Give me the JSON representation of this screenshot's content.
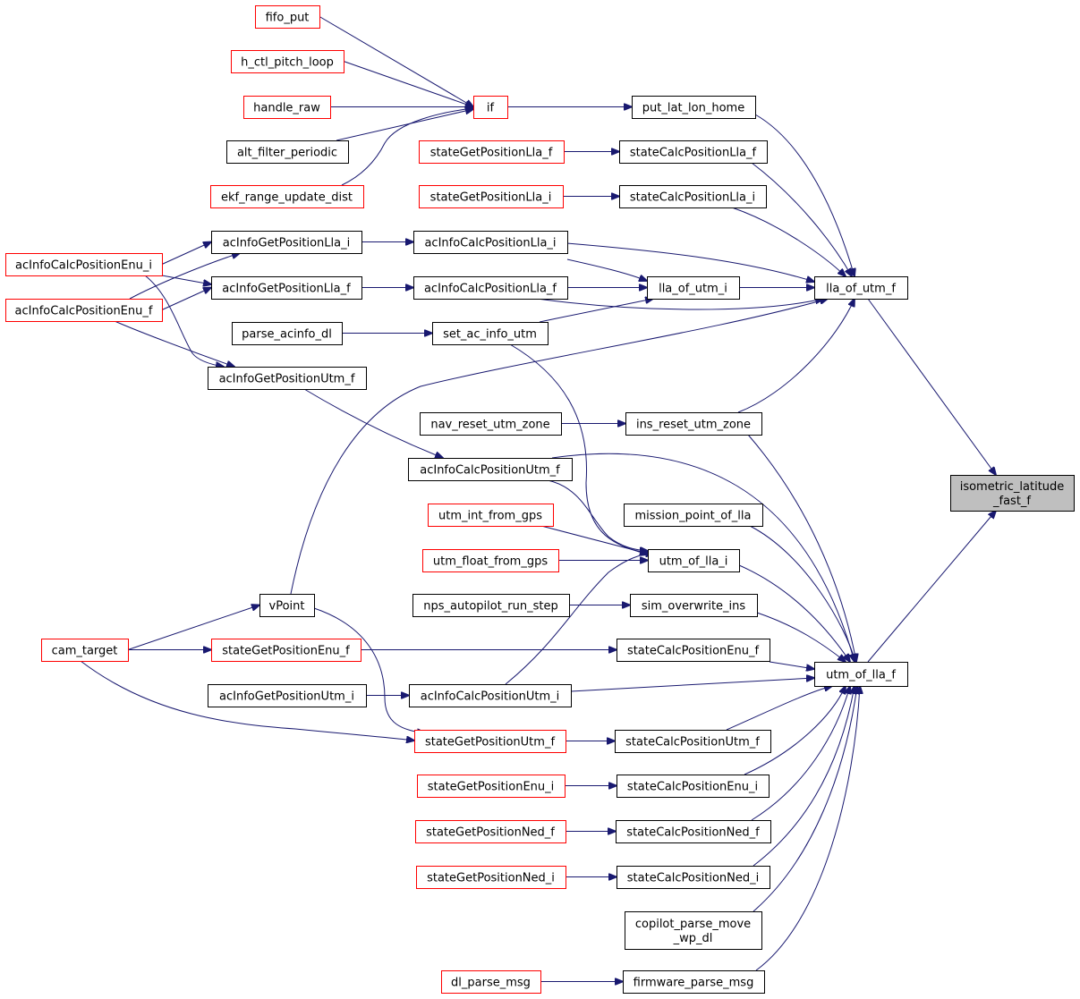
{
  "graph": {
    "focus": "isometric_latitude_fast_f",
    "nodes": [
      {
        "id": "fifo_put",
        "label": "fifo_put",
        "color": "red"
      },
      {
        "id": "h_ctl_pitch_loop",
        "label": "h_ctl_pitch_loop",
        "color": "red"
      },
      {
        "id": "handle_raw",
        "label": "handle_raw",
        "color": "red"
      },
      {
        "id": "alt_filter_periodic",
        "label": "alt_filter_periodic",
        "color": "black"
      },
      {
        "id": "ekf_range_update_dist",
        "label": "ekf_range_update_dist",
        "color": "red"
      },
      {
        "id": "if",
        "label": "if",
        "color": "red"
      },
      {
        "id": "put_lat_lon_home",
        "label": "put_lat_lon_home",
        "color": "black"
      },
      {
        "id": "stateGetPositionLla_f",
        "label": "stateGetPositionLla_f",
        "color": "red"
      },
      {
        "id": "stateCalcPositionLla_f",
        "label": "stateCalcPositionLla_f",
        "color": "black"
      },
      {
        "id": "stateGetPositionLla_i",
        "label": "stateGetPositionLla_i",
        "color": "red"
      },
      {
        "id": "stateCalcPositionLla_i",
        "label": "stateCalcPositionLla_i",
        "color": "black"
      },
      {
        "id": "acInfoCalcPositionEnu_i",
        "label": "acInfoCalcPositionEnu_i",
        "color": "red"
      },
      {
        "id": "acInfoCalcPositionEnu_f",
        "label": "acInfoCalcPositionEnu_f",
        "color": "red"
      },
      {
        "id": "acInfoGetPositionLla_i",
        "label": "acInfoGetPositionLla_i",
        "color": "black"
      },
      {
        "id": "acInfoGetPositionLla_f",
        "label": "acInfoGetPositionLla_f",
        "color": "black"
      },
      {
        "id": "acInfoCalcPositionLla_i",
        "label": "acInfoCalcPositionLla_i",
        "color": "black"
      },
      {
        "id": "acInfoCalcPositionLla_f",
        "label": "acInfoCalcPositionLla_f",
        "color": "black"
      },
      {
        "id": "lla_of_utm_i",
        "label": "lla_of_utm_i",
        "color": "black"
      },
      {
        "id": "lla_of_utm_f",
        "label": "lla_of_utm_f",
        "color": "black"
      },
      {
        "id": "parse_acinfo_dl",
        "label": "parse_acinfo_dl",
        "color": "black"
      },
      {
        "id": "set_ac_info_utm",
        "label": "set_ac_info_utm",
        "color": "black"
      },
      {
        "id": "acInfoGetPositionUtm_f",
        "label": "acInfoGetPositionUtm_f",
        "color": "black"
      },
      {
        "id": "nav_reset_utm_zone",
        "label": "nav_reset_utm_zone",
        "color": "black"
      },
      {
        "id": "ins_reset_utm_zone",
        "label": "ins_reset_utm_zone",
        "color": "black"
      },
      {
        "id": "acInfoCalcPositionUtm_f",
        "label": "acInfoCalcPositionUtm_f",
        "color": "black"
      },
      {
        "id": "isometric_latitude_fast_f",
        "label": [
          "isometric_latitude",
          "_fast_f"
        ],
        "color": "focus"
      },
      {
        "id": "utm_int_from_gps",
        "label": "utm_int_from_gps",
        "color": "red"
      },
      {
        "id": "mission_point_of_lla",
        "label": "mission_point_of_lla",
        "color": "black"
      },
      {
        "id": "utm_float_from_gps",
        "label": "utm_float_from_gps",
        "color": "red"
      },
      {
        "id": "utm_of_lla_i",
        "label": "utm_of_lla_i",
        "color": "black"
      },
      {
        "id": "vPoint",
        "label": "vPoint",
        "color": "black"
      },
      {
        "id": "nps_autopilot_run_step",
        "label": "nps_autopilot_run_step",
        "color": "black"
      },
      {
        "id": "sim_overwrite_ins",
        "label": "sim_overwrite_ins",
        "color": "black"
      },
      {
        "id": "cam_target",
        "label": "cam_target",
        "color": "red"
      },
      {
        "id": "stateGetPositionEnu_f",
        "label": "stateGetPositionEnu_f",
        "color": "red"
      },
      {
        "id": "stateCalcPositionEnu_f",
        "label": "stateCalcPositionEnu_f",
        "color": "black"
      },
      {
        "id": "utm_of_lla_f",
        "label": "utm_of_lla_f",
        "color": "black"
      },
      {
        "id": "acInfoGetPositionUtm_i",
        "label": "acInfoGetPositionUtm_i",
        "color": "black"
      },
      {
        "id": "acInfoCalcPositionUtm_i",
        "label": "acInfoCalcPositionUtm_i",
        "color": "black"
      },
      {
        "id": "stateGetPositionUtm_f",
        "label": "stateGetPositionUtm_f",
        "color": "red"
      },
      {
        "id": "stateCalcPositionUtm_f",
        "label": "stateCalcPositionUtm_f",
        "color": "black"
      },
      {
        "id": "stateGetPositionEnu_i",
        "label": "stateGetPositionEnu_i",
        "color": "red"
      },
      {
        "id": "stateCalcPositionEnu_i",
        "label": "stateCalcPositionEnu_i",
        "color": "black"
      },
      {
        "id": "stateGetPositionNed_f",
        "label": "stateGetPositionNed_f",
        "color": "red"
      },
      {
        "id": "stateCalcPositionNed_f",
        "label": "stateCalcPositionNed_f",
        "color": "black"
      },
      {
        "id": "stateGetPositionNed_i",
        "label": "stateGetPositionNed_i",
        "color": "red"
      },
      {
        "id": "stateCalcPositionNed_i",
        "label": "stateCalcPositionNed_i",
        "color": "black"
      },
      {
        "id": "copilot_parse_move_wp_dl",
        "label": [
          "copilot_parse_move",
          "_wp_dl"
        ],
        "color": "black"
      },
      {
        "id": "dl_parse_msg",
        "label": "dl_parse_msg",
        "color": "red"
      },
      {
        "id": "firmware_parse_msg",
        "label": "firmware_parse_msg",
        "color": "black"
      }
    ],
    "edges": [
      [
        "fifo_put",
        "if"
      ],
      [
        "h_ctl_pitch_loop",
        "if"
      ],
      [
        "handle_raw",
        "if"
      ],
      [
        "alt_filter_periodic",
        "if"
      ],
      [
        "ekf_range_update_dist",
        "if"
      ],
      [
        "if",
        "put_lat_lon_home"
      ],
      [
        "put_lat_lon_home",
        "lla_of_utm_f"
      ],
      [
        "stateGetPositionLla_f",
        "stateCalcPositionLla_f"
      ],
      [
        "stateCalcPositionLla_f",
        "lla_of_utm_f"
      ],
      [
        "stateGetPositionLla_i",
        "stateCalcPositionLla_i"
      ],
      [
        "stateCalcPositionLla_i",
        "lla_of_utm_f"
      ],
      [
        "acInfoCalcPositionEnu_i",
        "acInfoGetPositionLla_i"
      ],
      [
        "acInfoCalcPositionEnu_i",
        "acInfoGetPositionLla_f"
      ],
      [
        "acInfoCalcPositionEnu_i",
        "acInfoGetPositionUtm_f"
      ],
      [
        "acInfoCalcPositionEnu_f",
        "acInfoGetPositionLla_i"
      ],
      [
        "acInfoCalcPositionEnu_f",
        "acInfoGetPositionLla_f"
      ],
      [
        "acInfoCalcPositionEnu_f",
        "acInfoGetPositionUtm_f"
      ],
      [
        "acInfoGetPositionLla_i",
        "acInfoCalcPositionLla_i"
      ],
      [
        "acInfoGetPositionLla_f",
        "acInfoCalcPositionLla_f"
      ],
      [
        "acInfoCalcPositionLla_i",
        "lla_of_utm_i"
      ],
      [
        "acInfoCalcPositionLla_i",
        "lla_of_utm_f"
      ],
      [
        "acInfoCalcPositionLla_f",
        "lla_of_utm_i"
      ],
      [
        "acInfoCalcPositionLla_f",
        "lla_of_utm_f"
      ],
      [
        "lla_of_utm_i",
        "lla_of_utm_f"
      ],
      [
        "set_ac_info_utm",
        "lla_of_utm_i"
      ],
      [
        "parse_acinfo_dl",
        "set_ac_info_utm"
      ],
      [
        "vPoint",
        "lla_of_utm_f"
      ],
      [
        "ins_reset_utm_zone",
        "lla_of_utm_f"
      ],
      [
        "nav_reset_utm_zone",
        "ins_reset_utm_zone"
      ],
      [
        "lla_of_utm_f",
        "isometric_latitude_fast_f"
      ],
      [
        "acInfoGetPositionUtm_f",
        "acInfoCalcPositionUtm_f"
      ],
      [
        "acInfoCalcPositionUtm_f",
        "utm_of_lla_i"
      ],
      [
        "acInfoCalcPositionUtm_f",
        "utm_of_lla_f"
      ],
      [
        "set_ac_info_utm",
        "utm_of_lla_i"
      ],
      [
        "utm_int_from_gps",
        "utm_of_lla_i"
      ],
      [
        "utm_float_from_gps",
        "utm_of_lla_i"
      ],
      [
        "acInfoCalcPositionUtm_i",
        "utm_of_lla_i"
      ],
      [
        "ins_reset_utm_zone",
        "utm_of_lla_f"
      ],
      [
        "mission_point_of_lla",
        "utm_of_lla_f"
      ],
      [
        "utm_of_lla_i",
        "utm_of_lla_f"
      ],
      [
        "sim_overwrite_ins",
        "utm_of_lla_f"
      ],
      [
        "nps_autopilot_run_step",
        "sim_overwrite_ins"
      ],
      [
        "cam_target",
        "vPoint"
      ],
      [
        "cam_target",
        "stateGetPositionEnu_f"
      ],
      [
        "cam_target",
        "stateGetPositionUtm_f"
      ],
      [
        "vPoint",
        "stateGetPositionUtm_f"
      ],
      [
        "stateGetPositionEnu_f",
        "stateCalcPositionEnu_f"
      ],
      [
        "stateCalcPositionEnu_f",
        "utm_of_lla_f"
      ],
      [
        "acInfoGetPositionUtm_i",
        "acInfoCalcPositionUtm_i"
      ],
      [
        "acInfoCalcPositionUtm_i",
        "utm_of_lla_f"
      ],
      [
        "stateGetPositionUtm_f",
        "stateCalcPositionUtm_f"
      ],
      [
        "stateCalcPositionUtm_f",
        "utm_of_lla_f"
      ],
      [
        "stateGetPositionEnu_i",
        "stateCalcPositionEnu_i"
      ],
      [
        "stateCalcPositionEnu_i",
        "utm_of_lla_f"
      ],
      [
        "stateGetPositionNed_f",
        "stateCalcPositionNed_f"
      ],
      [
        "stateCalcPositionNed_f",
        "utm_of_lla_f"
      ],
      [
        "stateGetPositionNed_i",
        "stateCalcPositionNed_i"
      ],
      [
        "stateCalcPositionNed_i",
        "utm_of_lla_f"
      ],
      [
        "copilot_parse_move_wp_dl",
        "utm_of_lla_f"
      ],
      [
        "firmware_parse_msg",
        "utm_of_lla_f"
      ],
      [
        "dl_parse_msg",
        "firmware_parse_msg"
      ],
      [
        "utm_of_lla_f",
        "isometric_latitude_fast_f"
      ]
    ]
  }
}
